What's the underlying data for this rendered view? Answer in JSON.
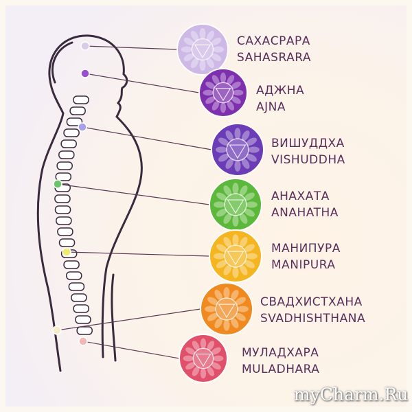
{
  "chakras": [
    {
      "ru": "САХАСРАРА",
      "en": "SAHASRARA",
      "color": "#cdb8e6",
      "dot": "#d8cce8"
    },
    {
      "ru": "АДЖНА",
      "en": "AJNA",
      "color": "#7d2fae",
      "dot": "#9a4fd0"
    },
    {
      "ru": "ВИШУДДХА",
      "en": "VISHUDDHA",
      "color": "#6b3cb6",
      "dot": "#a8a0e8"
    },
    {
      "ru": "АНАХАТА",
      "en": "ANAHATHA",
      "color": "#5cb83a",
      "dot": "#6cc46a"
    },
    {
      "ru": "МАНИПУРА",
      "en": "MANIPURA",
      "color": "#f5b521",
      "dot": "#f0ea70"
    },
    {
      "ru": "СВАДХИСТХАНА",
      "en": "SVADHISHTHANA",
      "color": "#f08a1e",
      "dot": "#f6ecc8"
    },
    {
      "ru": "МУЛАДХАРА",
      "en": "MULADHARA",
      "color": "#e0506a",
      "dot": "#f2b8b8"
    }
  ],
  "watermark": "myCharm.Ru"
}
